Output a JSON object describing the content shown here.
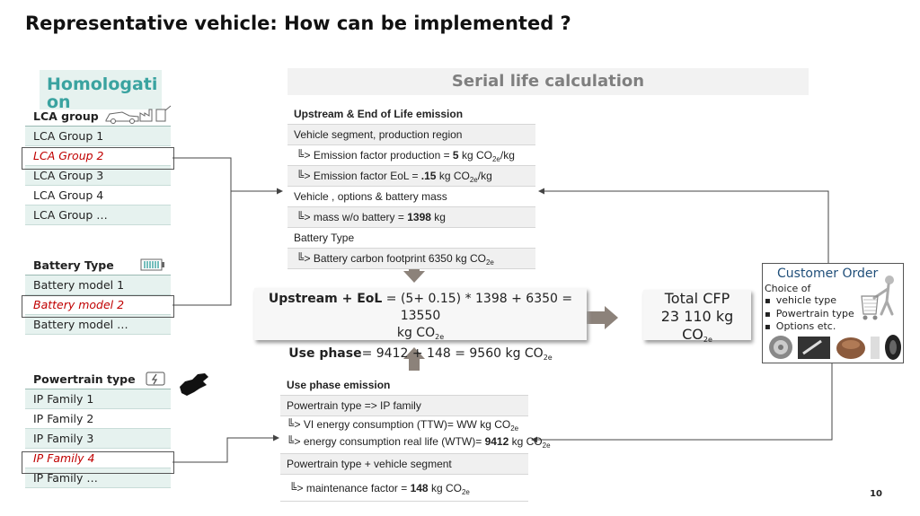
{
  "title": "Representative vehicle: How can be implemented ?",
  "homologation": {
    "label": "Homologation",
    "header": "LCA group",
    "items": [
      "LCA Group 1",
      "LCA Group 2",
      "LCA Group 3",
      "LCA Group 4",
      "LCA Group …"
    ],
    "selected_index": 1
  },
  "battery": {
    "header": "Battery Type",
    "items": [
      "Battery model 1",
      "Battery model 2",
      "Battery model …"
    ],
    "selected_index": 1
  },
  "powertrain": {
    "header": "Powertrain type",
    "items": [
      "IP Family 1",
      "IP Family 2",
      "IP Family 3",
      "IP Family 4",
      "IP Family …"
    ],
    "selected_index": 3
  },
  "serial": {
    "title": "Serial life calculation",
    "upstream": {
      "header": "Upstream & End of Life emission",
      "segment": "Vehicle segment, production region",
      "ef_prod_prefix": "╚> Emission factor production = ",
      "ef_prod_value": "5",
      "ef_prod_unit": " kg CO",
      "ef_prod_sub": "2e",
      "ef_prod_suffix": "/kg",
      "ef_eol_prefix": "╚> Emission factor EoL = ",
      "ef_eol_value": ".15",
      "ef_eol_unit": " kg CO",
      "ef_eol_sub": "2e",
      "ef_eol_suffix": "/kg",
      "mass_label": "Vehicle , options & battery mass",
      "mass_prefix": "╚> mass w/o battery = ",
      "mass_value": "1398",
      "mass_unit": " kg",
      "battery_label": "Battery Type",
      "bcf_prefix": "╚> Battery carbon footprint ",
      "bcf_value": "6350",
      "bcf_unit": " kg CO",
      "bcf_sub": "2e"
    },
    "use_phase": {
      "header": "Use phase emission",
      "pt_label": "Powertrain type => IP family",
      "vi_prefix": "╚> VI energy consumption (TTW)= WW kg CO",
      "vi_sub": "2e",
      "real_prefix": "╚> energy consumption real life (WTW)= ",
      "real_value": "9412",
      "real_unit": " kg CO",
      "real_sub": "2e",
      "seg_label": "Powertrain type + vehicle segment",
      "maint_prefix": "╚> maintenance factor = ",
      "maint_value": "148",
      "maint_unit": " kg CO",
      "maint_sub": "2e"
    }
  },
  "calculation": {
    "line1_bold": "Upstream + EoL",
    "line1_rest": " = (5+ 0.15) * 1398 + 6350 = 13550",
    "line2": "kg CO",
    "line2_sub": "2e",
    "line3_bold": "Use phase",
    "line3_rest": "= 9412 + 148 = 9560 kg CO",
    "line3_sub": "2e"
  },
  "total": {
    "line1": "Total CFP",
    "line2": "23 110 kg",
    "line3": "CO",
    "line3_sub": "2e"
  },
  "customer_order": {
    "title": "Customer Order",
    "subtitle": "Choice of",
    "items": [
      "vehicle type",
      "Powertrain type",
      "Options etc."
    ]
  },
  "page_number": "10",
  "colors": {
    "accent_teal": "#3aa3a0",
    "selected_red": "#c00000",
    "arrow_gray": "#8c827a",
    "customer_title": "#1f4e79"
  }
}
